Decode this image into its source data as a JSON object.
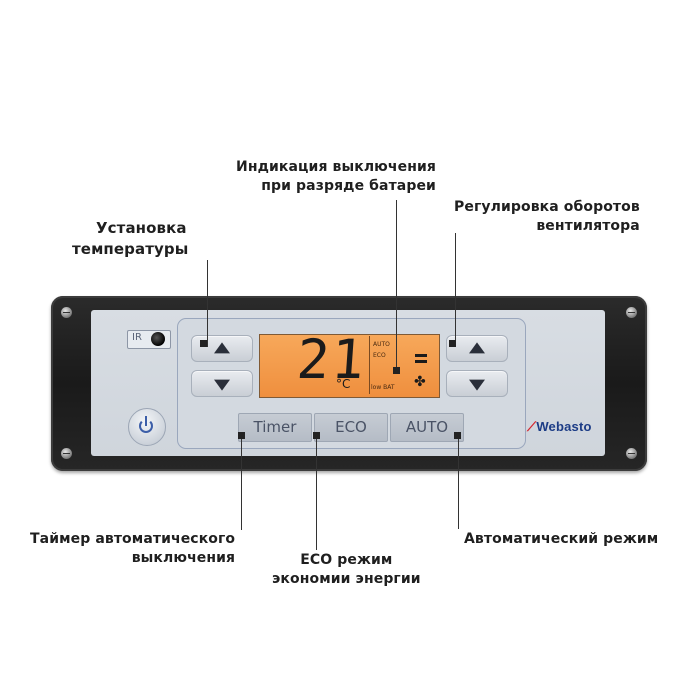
{
  "callouts": {
    "battery": [
      "Индикация выключения",
      "при разряде батареи"
    ],
    "temp": [
      "Установка",
      "температуры"
    ],
    "fan": [
      "Регулировка оборотов",
      "вентилятора"
    ],
    "timer": [
      "Таймер автоматического",
      "выключения"
    ],
    "eco": [
      "ECO режим",
      "экономии энергии"
    ],
    "auto": [
      "Автоматический режим"
    ]
  },
  "panel": {
    "ir_label": "IR",
    "display_value": "21",
    "display_unit": "°C",
    "lcd_auto": "AUTO",
    "lcd_eco": "ECO",
    "lcd_low_bat": "low BAT",
    "modes": [
      "Timer",
      "ECO",
      "AUTO"
    ],
    "brand": "Webasto"
  },
  "icons": {
    "power": "power-icon",
    "up": "arrow-up-icon",
    "down": "arrow-down-icon",
    "fan": "fan-icon"
  },
  "colors": {
    "lcd": "#f29a48",
    "bezel": "#222222",
    "panel": "#d3d9e0",
    "brand": "#1c3c86"
  }
}
